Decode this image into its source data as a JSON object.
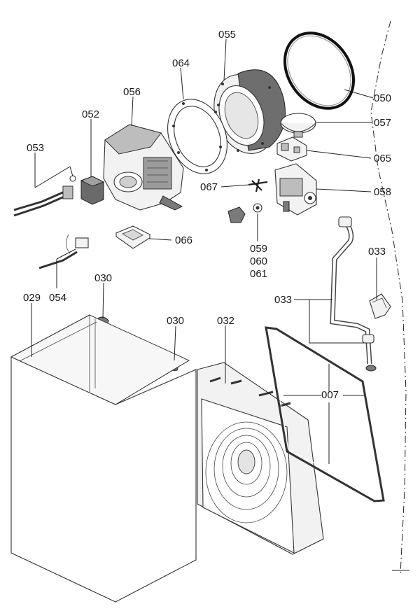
{
  "labels": {
    "p055": "055",
    "p064": "064",
    "p050": "050",
    "p056": "056",
    "p052": "052",
    "p057": "057",
    "p053": "053",
    "p065": "065",
    "p067": "067",
    "p058": "058",
    "p066": "066",
    "p059": "059",
    "p060": "060",
    "p061": "061",
    "p033a": "033",
    "p054": "054",
    "p030a": "030",
    "p029": "029",
    "p033b": "033",
    "p030b": "030",
    "p032": "032",
    "p007": "007"
  }
}
